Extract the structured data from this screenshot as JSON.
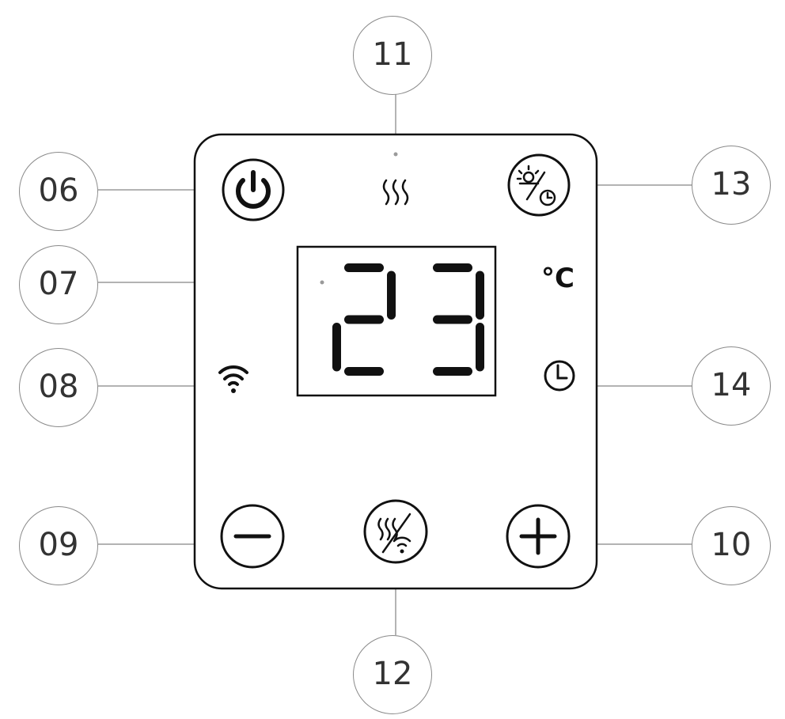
{
  "display": {
    "temperature": "23",
    "unit": "°C"
  },
  "callouts": {
    "c06": "06",
    "c07": "07",
    "c08": "08",
    "c09": "09",
    "c10": "10",
    "c11": "11",
    "c12": "12",
    "c13": "13",
    "c14": "14"
  },
  "icons": {
    "power": "power-icon",
    "heat": "heat-waves-icon",
    "sun_timer": "sun-percent-timer-icon",
    "wifi": "wifi-icon",
    "timer": "clock-icon",
    "minus": "minus-icon",
    "heat_wifi": "heat-wifi-icon",
    "plus": "plus-icon"
  },
  "colors": {
    "stroke": "#111111",
    "callout_border": "#8a8a8a",
    "callout_text": "#333333",
    "leader": "#9a9a9a"
  }
}
